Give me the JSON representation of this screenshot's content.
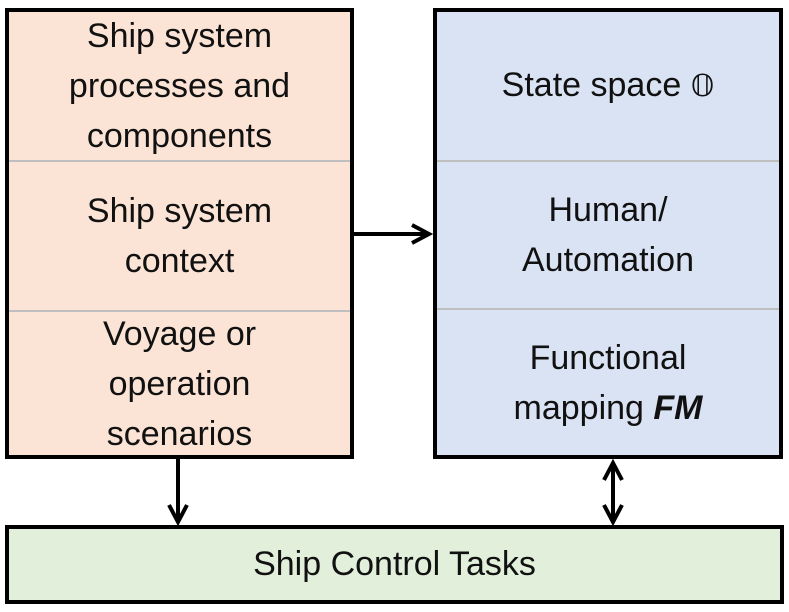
{
  "left_box": {
    "cells": [
      {
        "lines": [
          "Ship system",
          "processes and",
          "components"
        ]
      },
      {
        "lines": [
          "Ship system",
          "context"
        ]
      },
      {
        "lines": [
          "Voyage or",
          "operation",
          "scenarios"
        ]
      }
    ]
  },
  "right_box": {
    "state_space": {
      "text": "State space",
      "symbol": "𝕆"
    },
    "human_automation": {
      "lines": [
        "Human/",
        "Automation"
      ]
    },
    "functional_mapping": {
      "line1": "Functional",
      "line2_prefix": "mapping",
      "line2_emphasis": "FM"
    }
  },
  "bottom_box": {
    "label": "Ship Control Tasks"
  },
  "colors": {
    "left_fill": "#fbe4d6",
    "right_fill": "#dae3f3",
    "bottom_fill": "#e2efda",
    "border": "#000000",
    "divider": "#bfbfbf"
  }
}
